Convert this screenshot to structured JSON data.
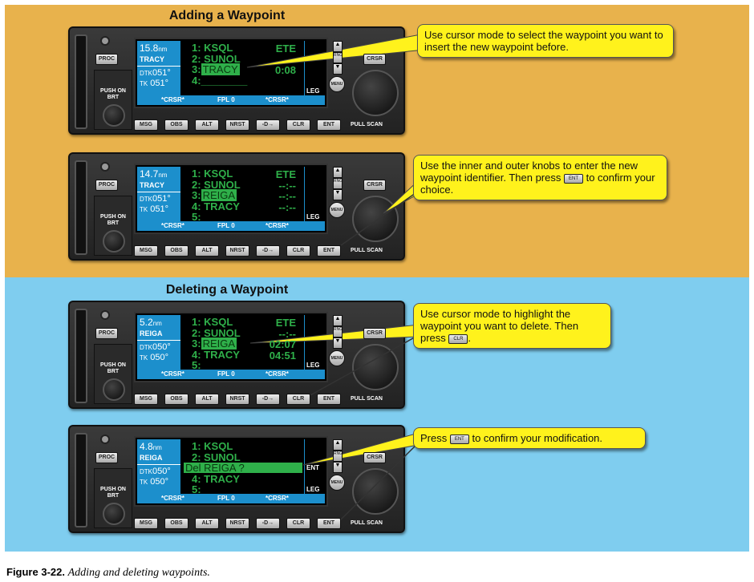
{
  "sections": {
    "adding": "Adding a Waypoint",
    "deleting": "Deleting a Waypoint"
  },
  "buttons": {
    "proc": "PROC",
    "crsr": "CRSR",
    "push_on": "PUSH ON",
    "brt": "BRT",
    "pull_scan": "PULL SCAN",
    "menu": "MENU",
    "rng": "RNG",
    "bottom": [
      "MSG",
      "OBS",
      "ALT",
      "NRST",
      "-D→",
      "CLR",
      "ENT"
    ]
  },
  "panels": [
    {
      "dist": "15.8",
      "unit": "nm",
      "wpt": "TRACY",
      "dtk": "051°",
      "tk": "051°",
      "dtk_label": "DTK",
      "tk_label": "TK",
      "bar": [
        "*CRSR*",
        "FPL 0",
        "*CRSR*"
      ],
      "leg": "LEG",
      "lines": [
        {
          "t": "1: KSQL",
          "e": "ETE"
        },
        {
          "t": "2: SUNOL",
          "e": ""
        },
        {
          "n": "3:",
          "h": "TRACY",
          "e": "0:08"
        },
        {
          "t": "4:________",
          "e": ""
        }
      ]
    },
    {
      "dist": "14.7",
      "unit": "nm",
      "wpt": "TRACY",
      "dtk": "051°",
      "tk": "051°",
      "dtk_label": "DTK",
      "tk_label": "TK",
      "bar": [
        "*CRSR*",
        "FPL 0",
        "*CRSR*"
      ],
      "leg": "LEG",
      "lines": [
        {
          "t": "1: KSQL",
          "e": "ETE"
        },
        {
          "t": "2: SUNOL",
          "e": "--:--"
        },
        {
          "n": "3:",
          "h": "REIGA",
          "e": "--:--"
        },
        {
          "t": "4: TRACY",
          "e": "--:--"
        },
        {
          "t": "5:________",
          "e": ""
        }
      ]
    },
    {
      "dist": "5.2",
      "unit": "nm",
      "wpt": "REIGA",
      "dtk": "050°",
      "tk": "050°",
      "dtk_label": "DTK",
      "tk_label": "TK",
      "bar": [
        "*CRSR*",
        "FPL 0",
        "*CRSR*"
      ],
      "leg": "LEG",
      "lines": [
        {
          "t": "1: KSQL",
          "e": "ETE"
        },
        {
          "t": "2: SUNOL",
          "e": "--:--"
        },
        {
          "n": "3:",
          "h": "REIGA",
          "e": "02:07"
        },
        {
          "t": "4: TRACY",
          "e": "04:51"
        },
        {
          "t": "5:________",
          "e": ""
        }
      ]
    },
    {
      "dist": "4.8",
      "unit": "nm",
      "wpt": "REIGA",
      "dtk": "050°",
      "tk": "050°",
      "dtk_label": "DTK",
      "tk_label": "TK",
      "bar": [
        "*CRSR*",
        "FPL 0",
        "*CRSR*"
      ],
      "leg": "LEG",
      "lines": [
        {
          "t": "1: KSQL",
          "e": ""
        },
        {
          "t": "2: SUNOL",
          "e": ""
        },
        {
          "del": "Del REIGA ?",
          "e": "ENT"
        },
        {
          "t": "4: TRACY",
          "e": ""
        },
        {
          "t": "5:________",
          "e": ""
        }
      ]
    }
  ],
  "callouts": [
    {
      "text": "Use cursor mode to select the waypoint you want to insert the new waypoint before."
    },
    {
      "before": "Use the inner and outer knobs to enter the new waypoint identifier. Then press ",
      "key": "ENT",
      "after": " to confirm your choice."
    },
    {
      "before": "Use cursor mode to highlight the waypoint you want to delete. Then press ",
      "key": "CLR",
      "after": "."
    },
    {
      "before": "Press ",
      "key": "ENT",
      "after": " to confirm your modification."
    }
  ],
  "caption": {
    "label": "Figure 3-22.",
    "text": "Adding and deleting waypoints."
  }
}
